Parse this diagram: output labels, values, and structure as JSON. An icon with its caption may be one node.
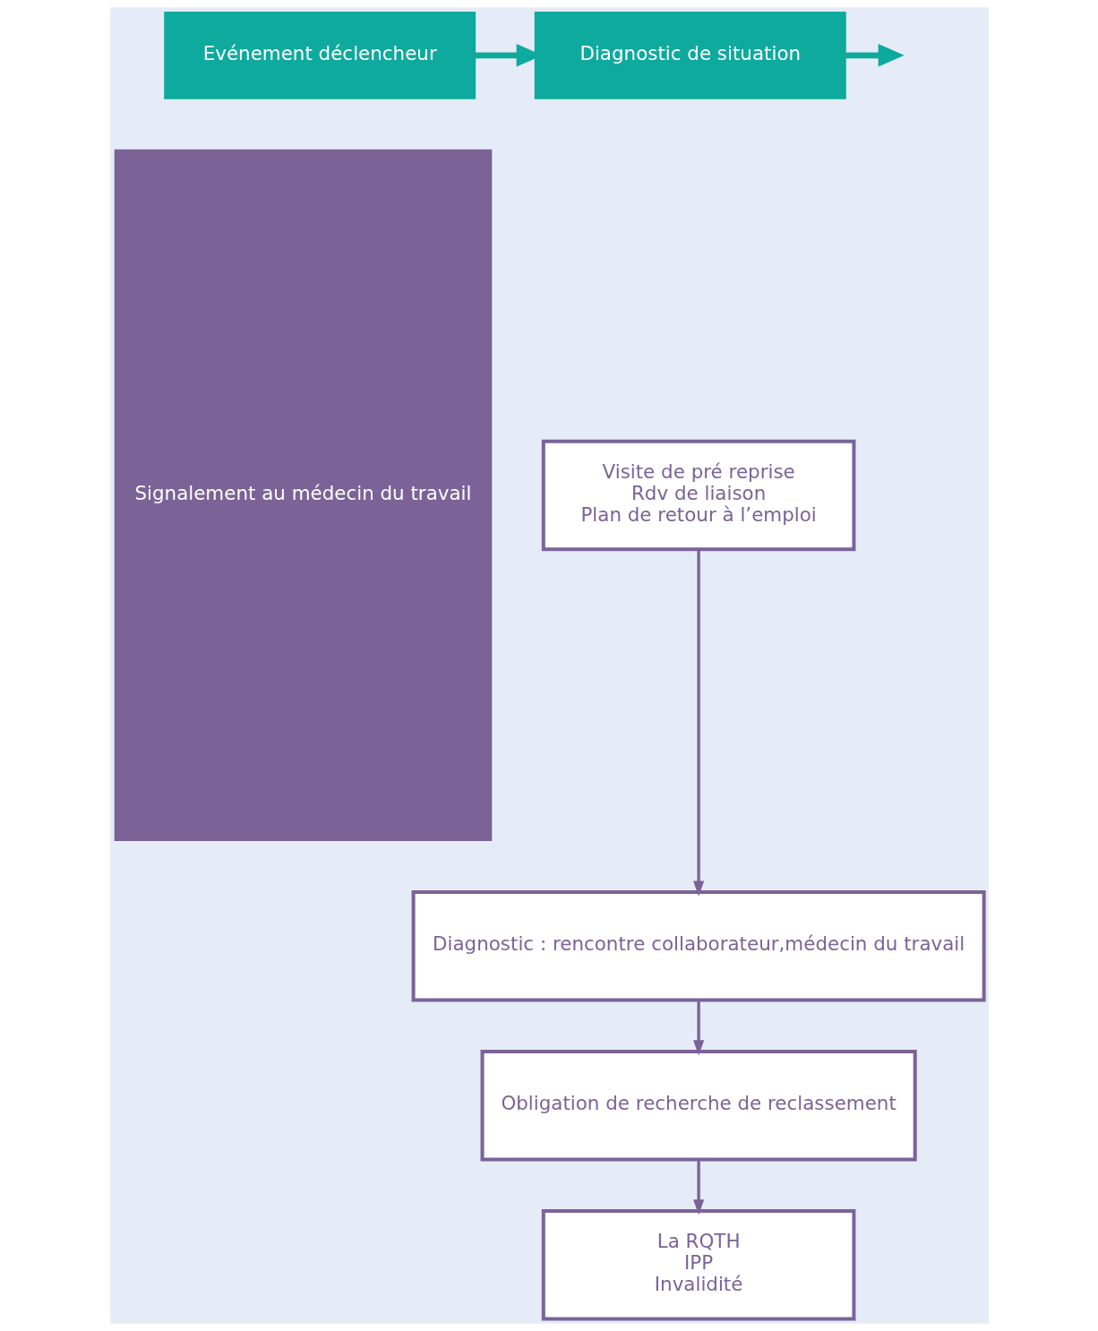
{
  "diagram": {
    "nodes": [
      {
        "text": [
          "Evénement déclencheur"
        ]
      },
      {
        "text": [
          "Diagnostic de situation"
        ]
      },
      {
        "text": [
          "Signalement au médecin du travail"
        ]
      },
      {
        "text": [
          "Visite de pré reprise",
          "Rdv de liaison",
          "Plan de retour à l’emploi"
        ]
      },
      {
        "text": [
          "Diagnostic : rencontre collaborateur,médecin du travail"
        ]
      },
      {
        "text": [
          "Obligation de recherche de reclassement"
        ]
      },
      {
        "text": [
          "La RQTH",
          "IPP",
          "Invalidité"
        ]
      }
    ],
    "edges": [
      {
        "from": 0,
        "to": 1,
        "arrow": "to",
        "style": "thick",
        "color": "#0eaa9e"
      },
      {
        "from": 1,
        "to": null,
        "arrow": "to",
        "style": "thick",
        "color": "#0eaa9e"
      },
      {
        "from": 3,
        "to": 4,
        "arrow": "to"
      },
      {
        "from": 4,
        "to": 5,
        "arrow": "to"
      },
      {
        "from": 5,
        "to": 6,
        "arrow": "to"
      }
    ]
  }
}
